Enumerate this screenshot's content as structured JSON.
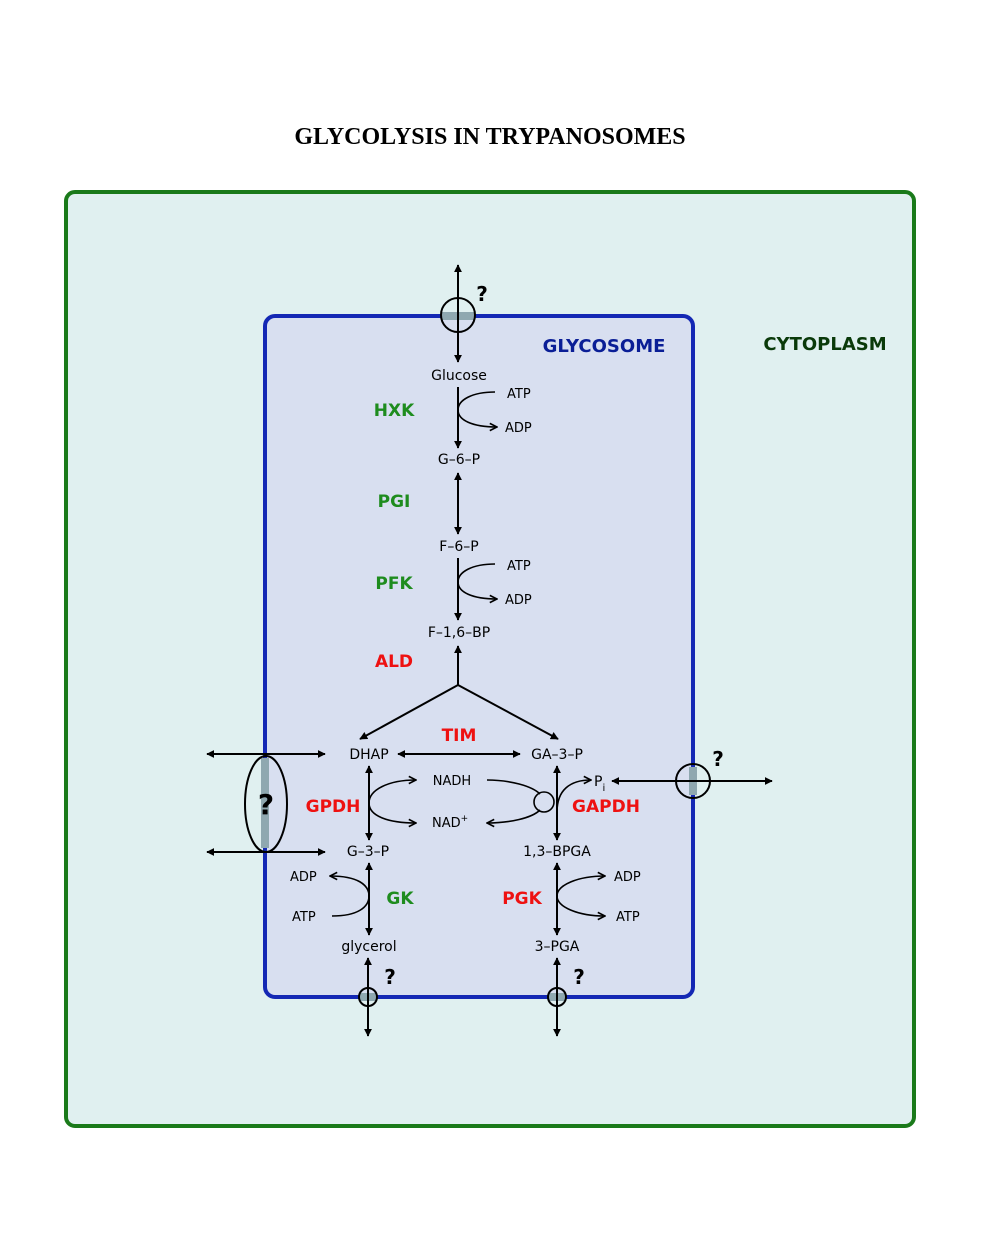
{
  "title": "GLYCOLYSIS IN TRYPANOSOMES",
  "compartments": {
    "cytoplasm": "CYTOPLASM",
    "glycosome": "GLYCOSOME"
  },
  "metabolites": {
    "glucose": "Glucose",
    "g6p": "G–6–P",
    "f6p": "F–6–P",
    "f16bp": "F–1,6–BP",
    "dhap": "DHAP",
    "ga3p": "GA–3–P",
    "g3p": "G–3–P",
    "bpga": "1,3–BPGA",
    "glycerol": "glycerol",
    "pga3": "3–PGA",
    "pi": "P",
    "pi_sub": "i"
  },
  "cofactors": {
    "hxk_in": "ATP",
    "hxk_out": "ADP",
    "pfk_in": "ATP",
    "pfk_out": "ADP",
    "nadh": "NADH",
    "nad": "NAD",
    "nad_sup": "+",
    "gk_in": "ADP",
    "gk_out": "ATP",
    "pgk_in": "ADP",
    "pgk_out": "ATP"
  },
  "enzymes": {
    "hxk": "HXK",
    "pgi": "PGI",
    "pfk": "PFK",
    "ald": "ALD",
    "tim": "TIM",
    "gpdh": "GPDH",
    "gapdh": "GAPDH",
    "gk": "GK",
    "pgk": "PGK"
  },
  "unknown_transporters": {
    "glucose": "?",
    "pi": "?",
    "dhap_g3p": "?",
    "glycerol": "?",
    "pga3": "?"
  },
  "colors": {
    "cytoplasm_fill": "#e0f0f0",
    "cytoplasm_border": "#1a7a1a",
    "glycosome_fill": "#d8dff0",
    "glycosome_border": "#1428b4",
    "glycosome_label": "#0a1e96",
    "cytoplasm_label": "#0a3a0a",
    "enzyme_green": "#1e8c1e",
    "enzyme_red": "#ee1111",
    "membrane_crossing": "#8fa8b0"
  }
}
